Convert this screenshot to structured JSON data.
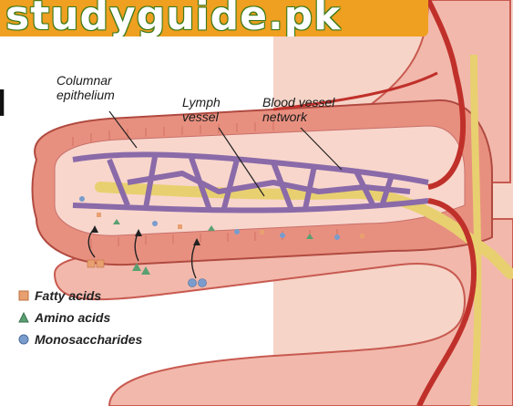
{
  "watermark": {
    "text": "studyguide.pk"
  },
  "cut_title_fragment": "l",
  "labels": {
    "columnar": [
      "Columnar",
      "epithelium"
    ],
    "lymph": [
      "Lymph",
      "vessel"
    ],
    "blood": [
      "Blood vessel",
      "network"
    ]
  },
  "legend": [
    {
      "label": "Fatty acids",
      "icon": "square-icon",
      "color": "#e8a070"
    },
    {
      "label": "Amino acids",
      "icon": "triangle-icon",
      "color": "#5aa070"
    },
    {
      "label": "Monosaccharides",
      "icon": "circle-icon",
      "color": "#7a9ccc"
    }
  ],
  "colors": {
    "intestine_wall": "#e88878",
    "intestine_dark": "#c85a50",
    "lumen_pink": "#f8d0c8",
    "blood_red": "#c0302a",
    "blood_purple": "#8a6aa8",
    "lymph_yellow": "#e8d070"
  }
}
